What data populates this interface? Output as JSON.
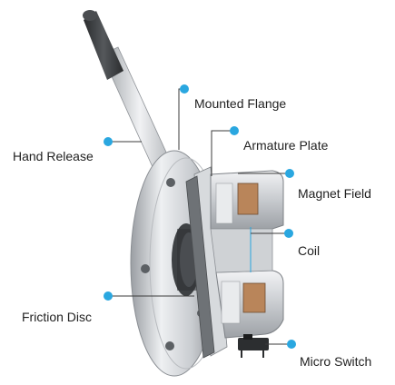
{
  "labels": {
    "hand_release": "Hand Release",
    "mounted_flange": "Mounted Flange",
    "armature_plate": "Armature Plate",
    "magnet_field": "Magnet Field",
    "coil": "Coil",
    "friction_disc": "Friction Disc",
    "micro_switch": "Micro Switch"
  },
  "colors": {
    "callout": "#2aa7e0",
    "leader": "#3b3b3b",
    "metal_light": "#e6e8ea",
    "metal_dark": "#8e9296",
    "grip": "#3a3c3e",
    "coil_copper": "#b9855a"
  }
}
